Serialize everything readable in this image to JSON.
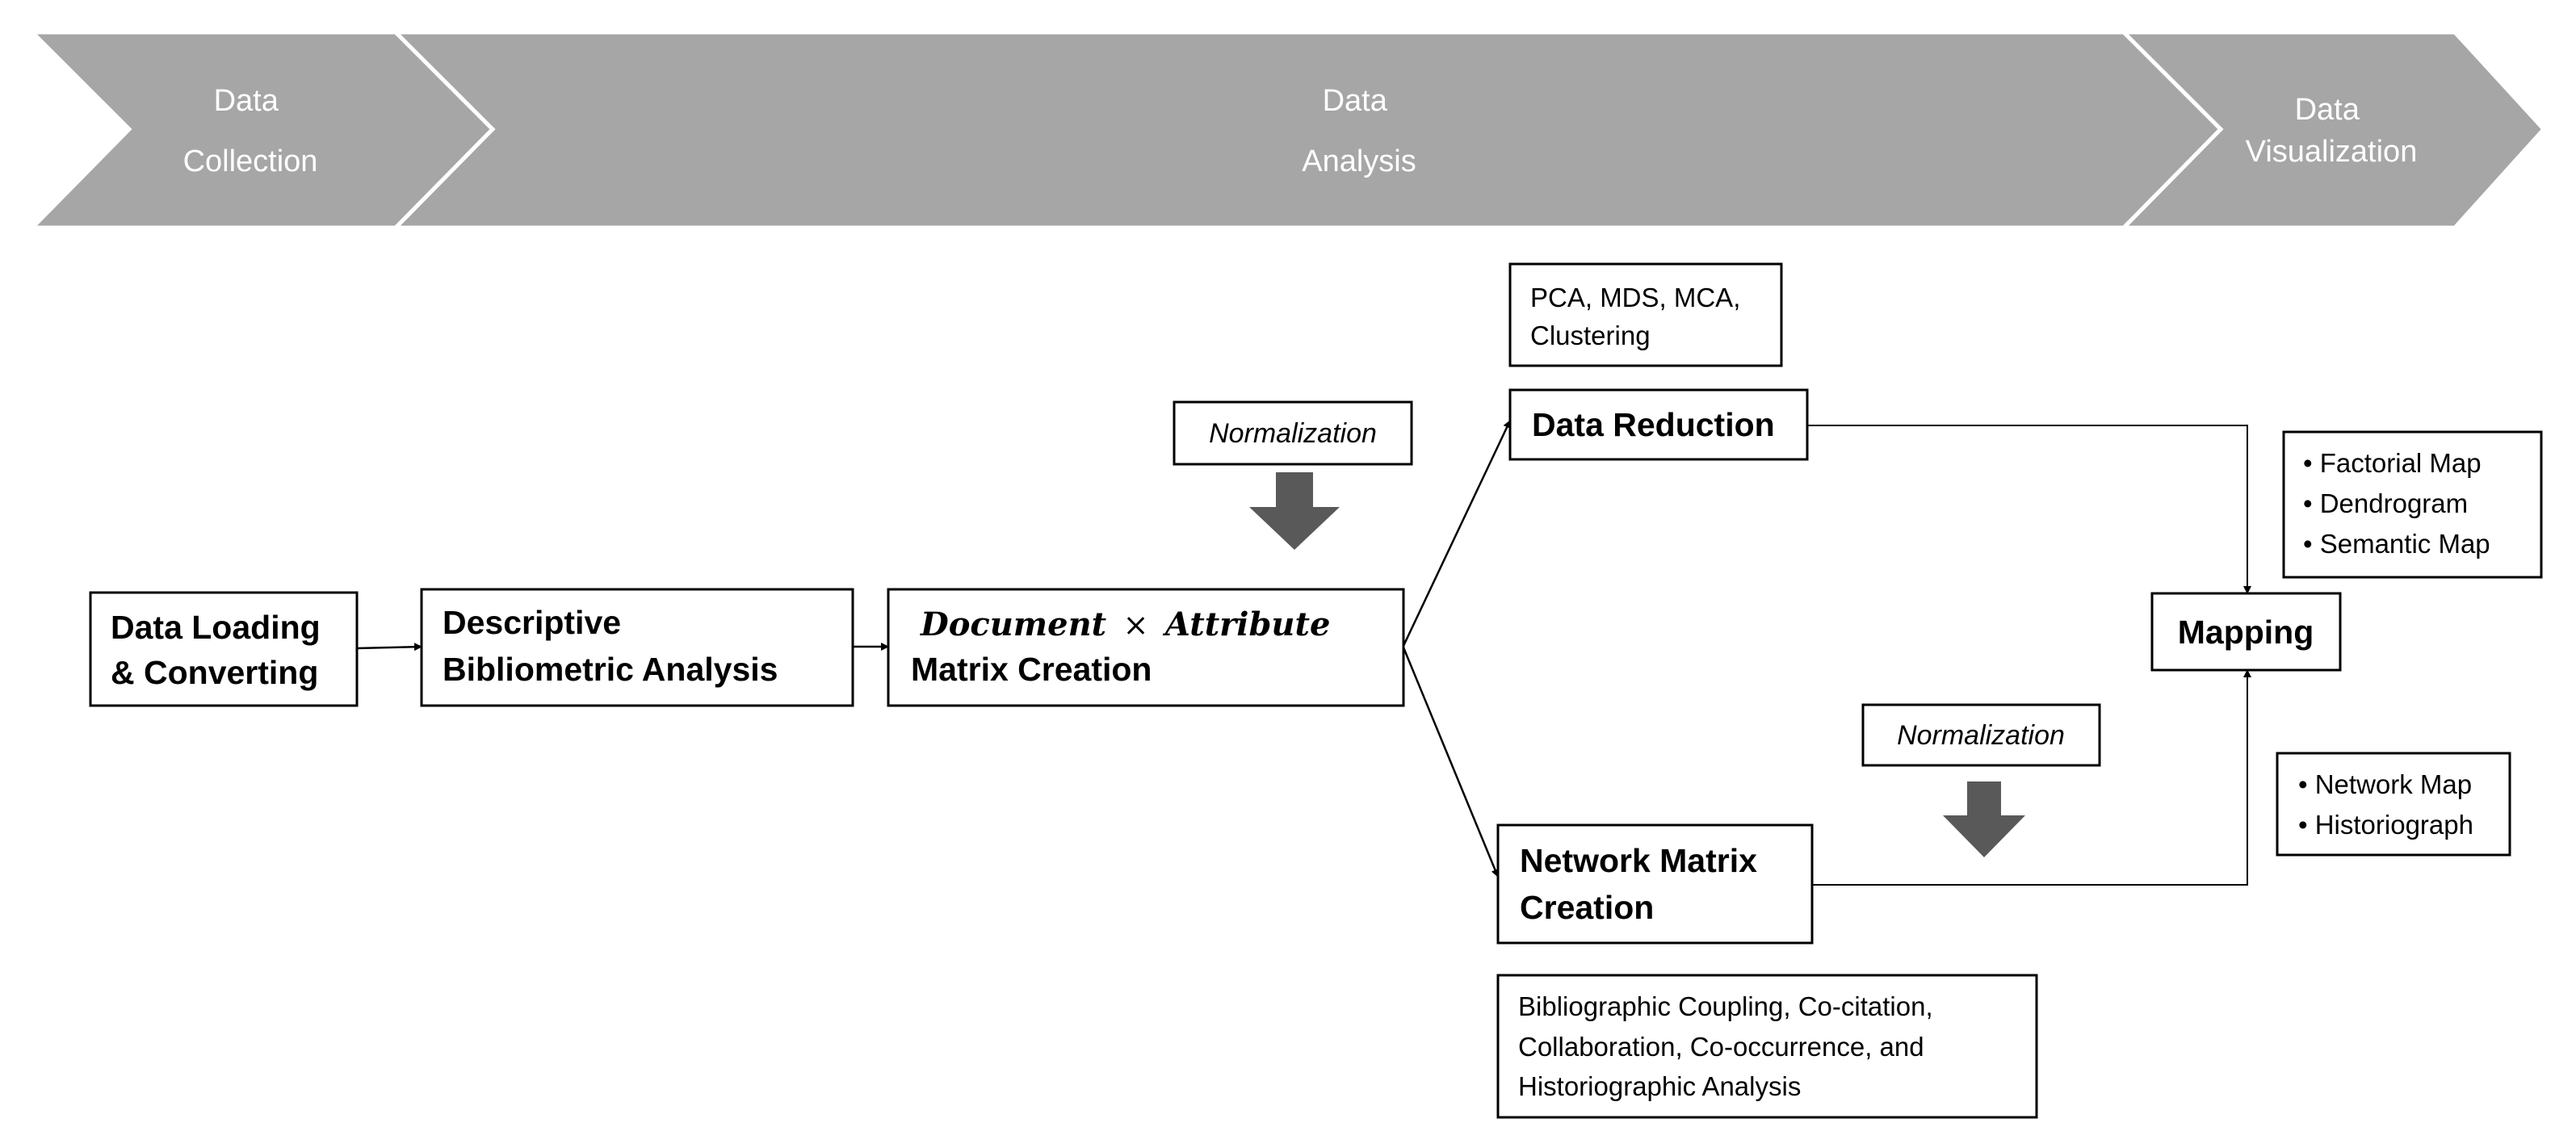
{
  "phases": [
    {
      "line1": "Data",
      "line2": "Collection"
    },
    {
      "line1": "Data",
      "line2": "Analysis"
    },
    {
      "line1": "Data",
      "line2": "Visualization"
    }
  ],
  "boxes": {
    "data_loading": {
      "line1": "Data Loading",
      "line2": "& Converting"
    },
    "descriptive": {
      "line1": "Descriptive",
      "line2": "Bibliometric Analysis"
    },
    "matrix": {
      "term1": "Document",
      "times": "×",
      "term2": "Attribute",
      "line2": "Matrix Creation"
    },
    "data_reduction": {
      "label": "Data Reduction"
    },
    "network_matrix": {
      "line1": "Network Matrix",
      "line2": "Creation"
    },
    "mapping": {
      "label": "Mapping"
    }
  },
  "notes": {
    "normalization_top": "Normalization",
    "normalization_bottom": "Normalization",
    "reduction_methods": {
      "line1": "PCA, MDS, MCA,",
      "line2": "Clustering"
    },
    "reduction_outputs": [
      "• Factorial Map",
      "• Dendrogram",
      "• Semantic Map"
    ],
    "network_outputs": [
      "• Network Map",
      "• Historiograph"
    ],
    "network_methods": {
      "line1": "Bibliographic Coupling, Co-citation,",
      "line2": "Collaboration, Co-occurrence, and",
      "line3": "Historiographic Analysis"
    }
  }
}
